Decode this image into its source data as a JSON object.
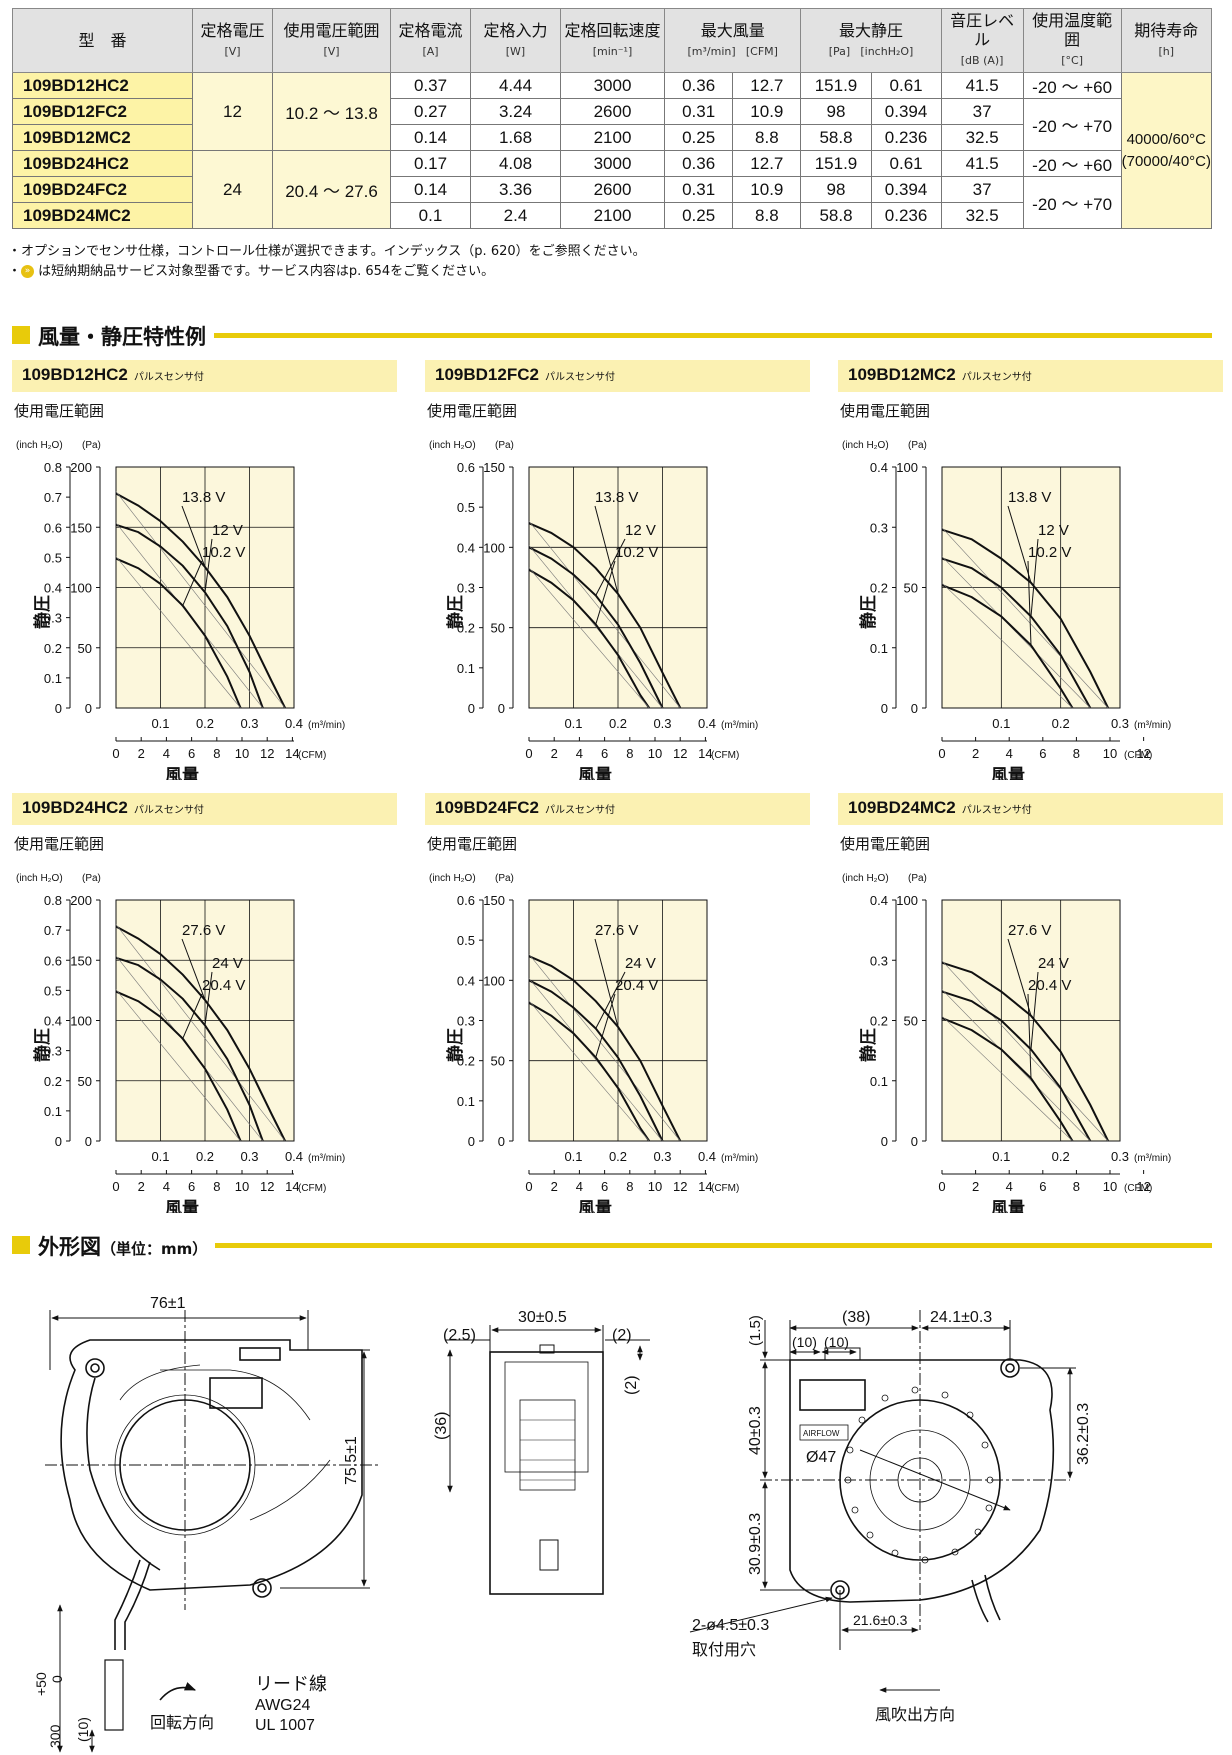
{
  "spec_table": {
    "headers": [
      {
        "name": "型　番",
        "unit": ""
      },
      {
        "name": "定格電圧",
        "unit": "[V]"
      },
      {
        "name": "使用電圧範囲",
        "unit": "[V]"
      },
      {
        "name": "定格電流",
        "unit": "[A]"
      },
      {
        "name": "定格入力",
        "unit": "[W]"
      },
      {
        "name": "定格回転速度",
        "unit": "[min⁻¹]"
      },
      {
        "name": "最大風量",
        "unit_a": "[m³/min]",
        "unit_b": "[CFM]"
      },
      {
        "name": "最大静圧",
        "unit_a": "[Pa]",
        "unit_b": "[inchH₂O]"
      },
      {
        "name": "音圧レベル",
        "unit": "[dB (A)]"
      },
      {
        "name": "使用温度範囲",
        "unit": "[°C]"
      },
      {
        "name": "期待寿命",
        "unit": "[h]"
      }
    ],
    "rows": [
      {
        "model": "109BD12HC2",
        "current": "0.37",
        "input": "4.44",
        "speed": "3000",
        "flow_m3": "0.36",
        "flow_cfm": "12.7",
        "press_pa": "151.9",
        "press_in": "0.61",
        "noise": "41.5"
      },
      {
        "model": "109BD12FC2",
        "current": "0.27",
        "input": "3.24",
        "speed": "2600",
        "flow_m3": "0.31",
        "flow_cfm": "10.9",
        "press_pa": "98",
        "press_in": "0.394",
        "noise": "37"
      },
      {
        "model": "109BD12MC2",
        "current": "0.14",
        "input": "1.68",
        "speed": "2100",
        "flow_m3": "0.25",
        "flow_cfm": "8.8",
        "press_pa": "58.8",
        "press_in": "0.236",
        "noise": "32.5"
      },
      {
        "model": "109BD24HC2",
        "current": "0.17",
        "input": "4.08",
        "speed": "3000",
        "flow_m3": "0.36",
        "flow_cfm": "12.7",
        "press_pa": "151.9",
        "press_in": "0.61",
        "noise": "41.5"
      },
      {
        "model": "109BD24FC2",
        "current": "0.14",
        "input": "3.36",
        "speed": "2600",
        "flow_m3": "0.31",
        "flow_cfm": "10.9",
        "press_pa": "98",
        "press_in": "0.394",
        "noise": "37"
      },
      {
        "model": "109BD24MC2",
        "current": "0.1",
        "input": "2.4",
        "speed": "2100",
        "flow_m3": "0.25",
        "flow_cfm": "8.8",
        "press_pa": "58.8",
        "press_in": "0.236",
        "noise": "32.5"
      }
    ],
    "rated_voltage": [
      "12",
      "24"
    ],
    "voltage_range": [
      "10.2 〜 13.8",
      "20.4 〜 27.6"
    ],
    "temp_ranges": [
      "-20 〜 +60",
      "-20 〜 +70",
      "-20 〜 +60",
      "-20 〜 +70"
    ],
    "life": [
      "40000/60°C",
      "(70000/40°C)"
    ]
  },
  "notes": [
    "・オプションでセンサ仕様，コントロール仕様が選択できます。インデックス（p. 620）をご参照ください。",
    "は短納期納品サービス対象型番です。サービス内容はp. 654をご覧ください。"
  ],
  "note_bullet": "・",
  "section_curves": {
    "title": "風量・静圧特性例"
  },
  "section_outline": {
    "title": "外形図",
    "unit": "（単位：mm）"
  },
  "chart_common": {
    "sensor_label": "パルスセンサ付",
    "range_label": "使用電圧範囲",
    "y_unit_inch": "(inch H₂O)",
    "y_unit_pa": "(Pa)",
    "y_title": "静圧",
    "x_title": "風量",
    "x_unit_m3": "(m³/min)",
    "x_unit_cfm": "(CFM)"
  },
  "chart_data": [
    {
      "type": "line",
      "title": "109BD12HC2",
      "xlim": [
        0,
        0.4
      ],
      "ylim": [
        0,
        200
      ],
      "y_ticks_pa": [
        "0",
        "50",
        "100",
        "150",
        "200"
      ],
      "y_ticks_inch": [
        "0",
        "0.1",
        "0.2",
        "0.3",
        "0.4",
        "0.5",
        "0.6",
        "0.7",
        "0.8"
      ],
      "x_ticks_m3": [
        "0.1",
        "0.2",
        "0.3",
        "0.4"
      ],
      "x_ticks_cfm": [
        "0",
        "2",
        "4",
        "6",
        "8",
        "10",
        "12",
        "14"
      ],
      "cfm_max": 14,
      "series": [
        {
          "name": "13.8 V",
          "x": [
            0,
            0.05,
            0.1,
            0.15,
            0.2,
            0.25,
            0.3,
            0.35,
            0.38
          ],
          "y": [
            178,
            168,
            155,
            138,
            117,
            92,
            60,
            22,
            0
          ]
        },
        {
          "name": "12 V",
          "x": [
            0,
            0.05,
            0.1,
            0.15,
            0.2,
            0.25,
            0.3,
            0.33
          ],
          "y": [
            152,
            146,
            134,
            118,
            96,
            68,
            30,
            0
          ]
        },
        {
          "name": "10.2 V",
          "x": [
            0,
            0.05,
            0.1,
            0.15,
            0.2,
            0.25,
            0.28
          ],
          "y": [
            124,
            116,
            103,
            85,
            60,
            26,
            0
          ]
        }
      ]
    },
    {
      "type": "line",
      "title": "109BD12FC2",
      "xlim": [
        0,
        0.4
      ],
      "ylim": [
        0,
        150
      ],
      "y_ticks_pa": [
        "0",
        "50",
        "100",
        "150"
      ],
      "y_ticks_inch": [
        "0",
        "0.1",
        "0.2",
        "0.3",
        "0.4",
        "0.5",
        "0.6"
      ],
      "x_ticks_m3": [
        "0.1",
        "0.2",
        "0.3",
        "0.4"
      ],
      "x_ticks_cfm": [
        "0",
        "2",
        "4",
        "6",
        "8",
        "10",
        "12",
        "14"
      ],
      "cfm_max": 14,
      "series": [
        {
          "name": "13.8 V",
          "x": [
            0,
            0.05,
            0.1,
            0.15,
            0.2,
            0.25,
            0.3,
            0.34
          ],
          "y": [
            115,
            109,
            100,
            87,
            71,
            50,
            22,
            0
          ]
        },
        {
          "name": "12 V",
          "x": [
            0,
            0.05,
            0.1,
            0.15,
            0.2,
            0.25,
            0.3
          ],
          "y": [
            100,
            93,
            83,
            70,
            52,
            28,
            0
          ]
        },
        {
          "name": "10.2 V",
          "x": [
            0,
            0.05,
            0.1,
            0.15,
            0.2,
            0.25,
            0.27
          ],
          "y": [
            86,
            78,
            67,
            52,
            33,
            8,
            0
          ]
        }
      ]
    },
    {
      "type": "line",
      "title": "109BD12MC2",
      "xlim": [
        0,
        0.3
      ],
      "ylim": [
        0,
        100
      ],
      "y_ticks_pa": [
        "0",
        "50",
        "100"
      ],
      "y_ticks_inch": [
        "0",
        "0.1",
        "0.2",
        "0.3",
        "0.4"
      ],
      "x_ticks_m3": [
        "0.1",
        "0.2",
        "0.3"
      ],
      "x_ticks_cfm": [
        "0",
        "2",
        "4",
        "6",
        "8",
        "10",
        "12"
      ],
      "cfm_max": 12,
      "series": [
        {
          "name": "13.8 V",
          "x": [
            0,
            0.05,
            0.1,
            0.15,
            0.2,
            0.25,
            0.28
          ],
          "y": [
            74,
            70,
            62,
            52,
            37,
            15,
            0
          ]
        },
        {
          "name": "12 V",
          "x": [
            0,
            0.05,
            0.1,
            0.15,
            0.2,
            0.25
          ],
          "y": [
            62,
            58,
            50,
            38,
            22,
            0
          ]
        },
        {
          "name": "10.2 V",
          "x": [
            0,
            0.05,
            0.1,
            0.15,
            0.2,
            0.22
          ],
          "y": [
            51,
            46,
            38,
            26,
            8,
            0
          ]
        }
      ]
    },
    {
      "type": "line",
      "title": "109BD24HC2",
      "xlim": [
        0,
        0.4
      ],
      "ylim": [
        0,
        200
      ],
      "y_ticks_pa": [
        "0",
        "50",
        "100",
        "150",
        "200"
      ],
      "y_ticks_inch": [
        "0",
        "0.1",
        "0.2",
        "0.3",
        "0.4",
        "0.5",
        "0.6",
        "0.7",
        "0.8"
      ],
      "x_ticks_m3": [
        "0.1",
        "0.2",
        "0.3",
        "0.4"
      ],
      "x_ticks_cfm": [
        "0",
        "2",
        "4",
        "6",
        "8",
        "10",
        "12",
        "14"
      ],
      "cfm_max": 14,
      "series": [
        {
          "name": "27.6 V",
          "x": [
            0,
            0.05,
            0.1,
            0.15,
            0.2,
            0.25,
            0.3,
            0.35,
            0.38
          ],
          "y": [
            178,
            168,
            155,
            138,
            117,
            92,
            60,
            22,
            0
          ]
        },
        {
          "name": "24 V",
          "x": [
            0,
            0.05,
            0.1,
            0.15,
            0.2,
            0.25,
            0.3,
            0.33
          ],
          "y": [
            152,
            146,
            134,
            118,
            96,
            68,
            30,
            0
          ]
        },
        {
          "name": "20.4 V",
          "x": [
            0,
            0.05,
            0.1,
            0.15,
            0.2,
            0.25,
            0.28
          ],
          "y": [
            124,
            116,
            103,
            85,
            60,
            26,
            0
          ]
        }
      ]
    },
    {
      "type": "line",
      "title": "109BD24FC2",
      "xlim": [
        0,
        0.4
      ],
      "ylim": [
        0,
        150
      ],
      "y_ticks_pa": [
        "0",
        "50",
        "100",
        "150"
      ],
      "y_ticks_inch": [
        "0",
        "0.1",
        "0.2",
        "0.3",
        "0.4",
        "0.5",
        "0.6"
      ],
      "x_ticks_m3": [
        "0.1",
        "0.2",
        "0.3",
        "0.4"
      ],
      "x_ticks_cfm": [
        "0",
        "2",
        "4",
        "6",
        "8",
        "10",
        "12",
        "14"
      ],
      "cfm_max": 14,
      "series": [
        {
          "name": "27.6 V",
          "x": [
            0,
            0.05,
            0.1,
            0.15,
            0.2,
            0.25,
            0.3,
            0.34
          ],
          "y": [
            115,
            109,
            100,
            87,
            71,
            50,
            22,
            0
          ]
        },
        {
          "name": "24 V",
          "x": [
            0,
            0.05,
            0.1,
            0.15,
            0.2,
            0.25,
            0.3
          ],
          "y": [
            100,
            93,
            83,
            70,
            52,
            28,
            0
          ]
        },
        {
          "name": "20.4 V",
          "x": [
            0,
            0.05,
            0.1,
            0.15,
            0.2,
            0.25,
            0.27
          ],
          "y": [
            86,
            78,
            67,
            52,
            33,
            8,
            0
          ]
        }
      ]
    },
    {
      "type": "line",
      "title": "109BD24MC2",
      "xlim": [
        0,
        0.3
      ],
      "ylim": [
        0,
        100
      ],
      "y_ticks_pa": [
        "0",
        "50",
        "100"
      ],
      "y_ticks_inch": [
        "0",
        "0.1",
        "0.2",
        "0.3",
        "0.4"
      ],
      "x_ticks_m3": [
        "0.1",
        "0.2",
        "0.3"
      ],
      "x_ticks_cfm": [
        "0",
        "2",
        "4",
        "6",
        "8",
        "10",
        "12"
      ],
      "cfm_max": 12,
      "series": [
        {
          "name": "27.6 V",
          "x": [
            0,
            0.05,
            0.1,
            0.15,
            0.2,
            0.25,
            0.28
          ],
          "y": [
            74,
            70,
            62,
            52,
            37,
            15,
            0
          ]
        },
        {
          "name": "24 V",
          "x": [
            0,
            0.05,
            0.1,
            0.15,
            0.2,
            0.25
          ],
          "y": [
            62,
            58,
            50,
            38,
            22,
            0
          ]
        },
        {
          "name": "20.4 V",
          "x": [
            0,
            0.05,
            0.1,
            0.15,
            0.2,
            0.22
          ],
          "y": [
            51,
            46,
            38,
            26,
            8,
            0
          ]
        }
      ]
    }
  ],
  "outline": {
    "front": {
      "width": "76±1",
      "height": "75.5±1",
      "cable_len_top": "+50",
      "cable_len_mid": "0",
      "cable_len": "300",
      "cable_end": "(10)",
      "rotation": "回転方向",
      "lead_title": "リード線",
      "lead_awg": "AWG24",
      "lead_ul": "UL 1007"
    },
    "side": {
      "width": "30±0.5",
      "left": "(2.5)",
      "right": "(2)",
      "right_v": "(2)",
      "inner": "(36)"
    },
    "back": {
      "top_38": "(38)",
      "top_241": "24.1±0.3",
      "top_15": "(1.5)",
      "top_10a": "(10)",
      "top_10b": "(10)",
      "h_40": "40±0.3",
      "h_309": "30.9±0.3",
      "h_362": "36.2±0.3",
      "dia": "Ø47",
      "airflow_label": "AIRFLOW",
      "hole": "2-ø4.5±0.3",
      "hole_label": "取付用穴",
      "bottom": "21.6±0.3",
      "direction": "風吹出方向"
    }
  }
}
